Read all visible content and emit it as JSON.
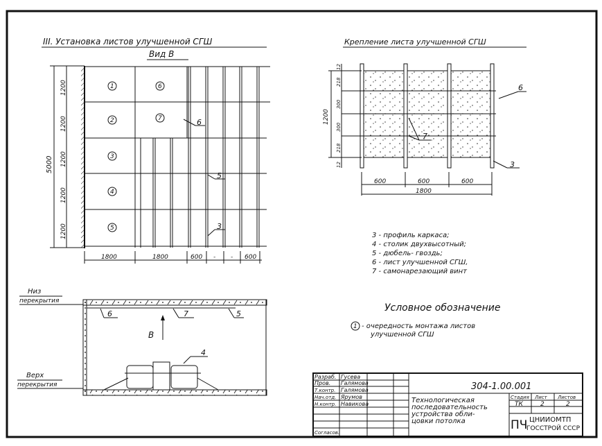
{
  "plan": {
    "title": "III. Установка листов улучшенной СГШ",
    "view_label": "Вид В",
    "overall_dim": "5000",
    "row_dims": [
      "1200",
      "1200",
      "1200",
      "1200",
      "1200"
    ],
    "bottom_dims": [
      "1800",
      "1800",
      "600",
      "-",
      "-",
      "600"
    ],
    "sheet_numbers": [
      "1",
      "2",
      "3",
      "4",
      "5",
      "6",
      "7"
    ],
    "callouts": [
      "6",
      "5",
      "3"
    ]
  },
  "detail": {
    "title": "Крепление листа улучшенной СГШ",
    "overall_dim": "1200",
    "side_dims": [
      "12",
      "218",
      "300",
      "300",
      "218",
      "12"
    ],
    "bottom_dims": [
      "600",
      "600",
      "600"
    ],
    "total_dim": "1800",
    "callouts": [
      "6",
      "7",
      "3"
    ]
  },
  "legend": {
    "items": [
      "3 - профиль каркаса;",
      "4 - столик двухвысотный;",
      "5 - дюбель- гвоздь;",
      "6 - лист улучшенной СГШ,",
      "7 - самонарезающий винт"
    ],
    "symbols_heading": "Условное обозначение",
    "symbol_number": "1",
    "symbol_text_1": "- очередность монтажа листов",
    "symbol_text_2": "улучшенной СГШ"
  },
  "section": {
    "bottom_of_slab": "Низ",
    "bottom_of_slab_2": "перекрытия",
    "top_of_slab": "Верх",
    "top_of_slab_2": "перекрытия",
    "view_arrow": "В",
    "callouts": [
      "6",
      "7",
      "5",
      "4"
    ]
  },
  "title_block": {
    "roles": [
      "Разраб.",
      "Пров.",
      "Т.контр.",
      "Нач.отд.",
      "Н.контр.",
      "",
      "",
      "Согласов."
    ],
    "names": [
      "Гусева",
      "Галямова",
      "Галямова",
      "Ярумов",
      "Навикова"
    ],
    "code": "304-1.00.001",
    "description": [
      "Технологическая",
      "последовательность",
      "устройства обли-",
      "цовки потолка"
    ],
    "stage_header": "Стадия",
    "sheet_header": "Лист",
    "sheets_header": "Листов",
    "stage": "ТК",
    "sheet": "2",
    "sheets": "2",
    "org_code": "ПЧ",
    "org_1": "ЦНИИОМТП",
    "org_2": "ГОССТРОЙ СССР"
  }
}
